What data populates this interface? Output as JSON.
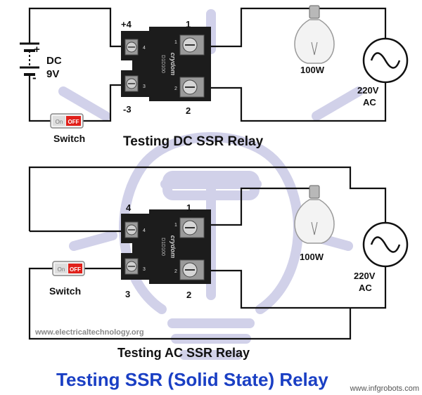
{
  "colors": {
    "watermark": "#c9c9e6",
    "wire": "#111111",
    "title": "#1a3fc4",
    "site": "#8a8a8a",
    "switch_red": "#e0201a",
    "relay_body": "#1c1c1c"
  },
  "dc_section": {
    "battery_label_1": "DC",
    "battery_label_2": "9V",
    "battery_plus": "+",
    "battery_minus": "-",
    "switch_label": "Switch",
    "switch_on": "On",
    "switch_off": "OFF",
    "terminal_plus4": "+4",
    "terminal_minus3": "-3",
    "terminal_1": "1",
    "terminal_2": "2",
    "lamp_label": "100W",
    "ac_label_1": "220V",
    "ac_label_2": "AC",
    "caption": "Testing DC SSR Relay"
  },
  "ac_section": {
    "switch_label": "Switch",
    "switch_on": "On",
    "switch_off": "OFF",
    "terminal_4": "4",
    "terminal_3": "3",
    "terminal_1": "1",
    "terminal_2": "2",
    "lamp_label": "100W",
    "ac_label_1": "220V",
    "ac_label_2": "AC",
    "caption": "Testing AC SSR Relay"
  },
  "relay": {
    "brand": "crydom",
    "model": "D1D100",
    "pin_marks": [
      "1",
      "2",
      "3",
      "4"
    ]
  },
  "website": "www.electricaltechnology.org",
  "main_title": "Testing SSR (Solid State) Relay",
  "corner_watermark": "www.infgrobots.com"
}
